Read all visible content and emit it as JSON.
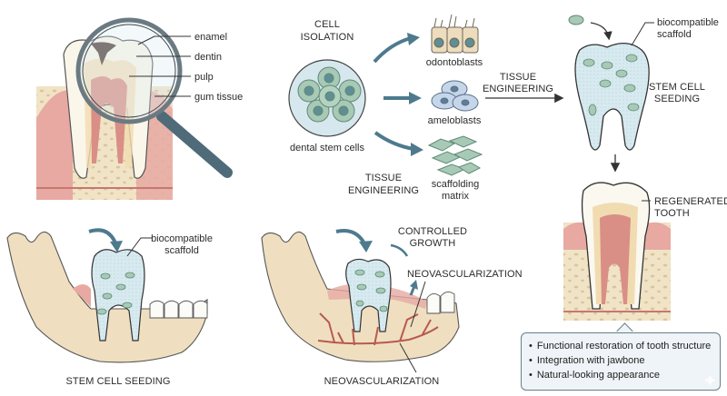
{
  "panel_anatomy": {
    "labels": [
      "enamel",
      "dentin",
      "pulp",
      "gum tissue"
    ]
  },
  "panel_cells": {
    "step_title_top": [
      "CELL",
      "ISOLATION"
    ],
    "source_label": "dental stem cells",
    "targets": [
      "odontoblasts",
      "ameloblasts",
      "scaffolding",
      "matrix"
    ],
    "step_title_bottom": [
      "TISSUE",
      "ENGINEERING"
    ]
  },
  "panel_seeding": {
    "arrow_label": [
      "TISSUE",
      "ENGINEERING"
    ],
    "scaffold_label": [
      "biocompatible",
      "scaffold"
    ],
    "step_label": [
      "STEM CELL",
      "SEEDING"
    ]
  },
  "panel_implant": {
    "scaffold_label": [
      "biocompatible",
      "scaffold"
    ],
    "caption": "STEM CELL SEEDING"
  },
  "panel_growth": {
    "growth_label": [
      "CONTROLLED",
      "GROWTH"
    ],
    "vessel_label_top": "NEOVASCULARIZATION",
    "vessel_label_bottom": "NEOVASCULARIZATION"
  },
  "panel_result": {
    "label": [
      "REGENERATED",
      "TOOTH"
    ],
    "benefits": [
      "Functional restoration of tooth structure",
      "Integration with jawbone",
      "Natural-looking appearance"
    ]
  },
  "colors": {
    "gum": "#e7a9a2",
    "bone": "#efe0c3",
    "pulp": "#d98f85",
    "scaffold": "#d6e9ef",
    "cell": "#a7c9b6",
    "arrow": "#4e7a8e",
    "magnifier_handle": "#4f6b7a"
  }
}
